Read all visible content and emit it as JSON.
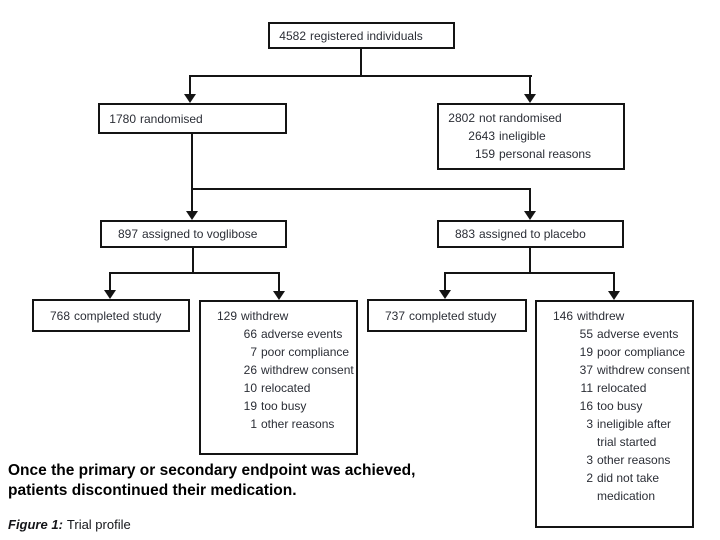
{
  "diagram": {
    "boxes": {
      "registered": {
        "lines": [
          {
            "num": "4582",
            "label": "registered individuals"
          }
        ]
      },
      "randomised": {
        "lines": [
          {
            "num": "1780",
            "label": "randomised"
          }
        ]
      },
      "not_randomised": {
        "lines": [
          {
            "num": "2802",
            "label": "not randomised"
          },
          {
            "num": "2643",
            "label": "ineligible"
          },
          {
            "num": "159",
            "label": "personal reasons"
          }
        ]
      },
      "voglibose": {
        "lines": [
          {
            "num": "897",
            "label": "assigned to voglibose"
          }
        ]
      },
      "placebo": {
        "lines": [
          {
            "num": "883",
            "label": "assigned to placebo"
          }
        ]
      },
      "voglibose_completed": {
        "lines": [
          {
            "num": "768",
            "label": "completed study"
          }
        ]
      },
      "voglibose_withdrew": {
        "lines": [
          {
            "num": "129",
            "label": "withdrew"
          },
          {
            "num": "66",
            "label": "adverse events"
          },
          {
            "num": "7",
            "label": "poor compliance"
          },
          {
            "num": "26",
            "label": "withdrew consent"
          },
          {
            "num": "10",
            "label": "relocated"
          },
          {
            "num": "19",
            "label": "too busy"
          },
          {
            "num": "1",
            "label": "other reasons"
          }
        ]
      },
      "placebo_completed": {
        "lines": [
          {
            "num": "737",
            "label": "completed study"
          }
        ]
      },
      "placebo_withdrew": {
        "lines": [
          {
            "num": "146",
            "label": "withdrew"
          },
          {
            "num": "55",
            "label": "adverse events"
          },
          {
            "num": "19",
            "label": "poor compliance"
          },
          {
            "num": "37",
            "label": "withdrew consent"
          },
          {
            "num": "11",
            "label": "relocated"
          },
          {
            "num": "16",
            "label": "too busy"
          },
          {
            "num": "3",
            "label": "ineligible after trial started"
          },
          {
            "num": "3",
            "label": "other reasons"
          },
          {
            "num": "2",
            "label": "did not take medication"
          }
        ]
      }
    },
    "annotation": {
      "line1": "Once the primary or secondary endpoint was achieved,",
      "line2": "patients discontinued their medication."
    },
    "caption": {
      "prefix": "Figure 1:",
      "text": "Trial profile"
    },
    "colors": {
      "line": "#141414",
      "box_text": "#2b2e36",
      "annotation": "#000000"
    }
  }
}
